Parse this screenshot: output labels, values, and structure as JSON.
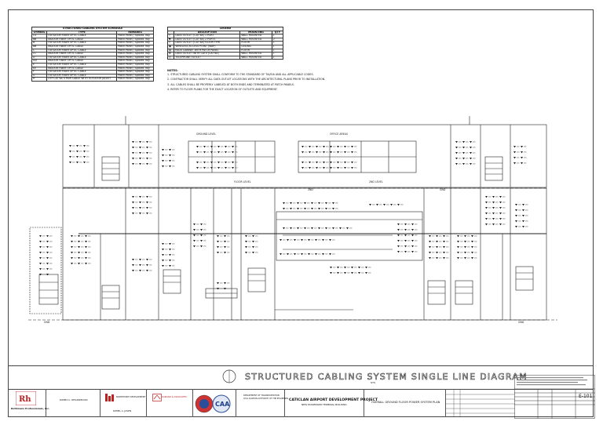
{
  "drawing": {
    "title": "STRUCTURED CABLING SYSTEM SINGLE LINE DIAGRAM",
    "scale": "NTS"
  },
  "legend_left": {
    "title": "STRUCTURED CABLING SYSTEM SCHEDULE",
    "headers": [
      "SYMBOL",
      "TYPE",
      "REMARKS"
    ],
    "rows": [
      [
        "CS",
        "OUTDOOR FIBER OPTIC CABLE",
        "Patch Panel / Spliced Tray"
      ],
      [
        "BB",
        "INDOOR FIBER OPTIC CABLE",
        "Patch Panel / Spliced Tray"
      ],
      [
        "B",
        "OUTDOOR FIBER OPTIC CABLE",
        "Patch Panel / Spliced Tray"
      ],
      [
        "BB",
        "INDOOR FIBER OPTIC CABLE",
        "Patch Panel / Spliced Tray"
      ],
      [
        "C",
        "OUTDOOR FIBER OPTIC CABLE",
        "Patch Panel / Spliced Tray"
      ],
      [
        "CC",
        "INDOOR FIBER OPTIC CABLE",
        "Patch Panel / Spliced Tray"
      ],
      [
        "D",
        "OUTDOOR FIBER OPTIC CABLE",
        "Patch Panel / Spliced Tray"
      ],
      [
        "DD",
        "INDOOR FIBER OPTIC CABLE",
        "Patch Panel / Spliced Tray"
      ],
      [
        "E",
        "OUTDOOR FIBER OPTIC CABLE",
        "Patch Panel / Spliced Tray"
      ],
      [
        "EE",
        "INDOOR FIBER OPTIC CABLE",
        "Patch Panel / Spliced Tray"
      ],
      [
        "F",
        "OUTDOOR FIBER OPTIC CABLE",
        "Patch Panel / Spliced Tray"
      ],
      [
        "G",
        "OUTDOOR FIBER OPTIC CABLE",
        "Patch Panel / Spliced Tray"
      ],
      [
        "H",
        "UTP CAT 6A 4 PAIR CABLE WITH OUTDOOR JACKET",
        "Patch Panel / Spliced Tray"
      ]
    ]
  },
  "legend_right": {
    "title": "LEGEND",
    "headers": [
      "",
      "DESCRIPTION",
      "MOUNTING",
      "QTY"
    ],
    "rows": [
      [
        "▽",
        "DATA OUTLET (CAT 6A) 1 PORT",
        "WALL MOUNTED",
        "1"
      ],
      [
        "▼",
        "DATA OUTLET (CAT 6A) 2 PORTS",
        "WALL MOUNTED",
        "2"
      ],
      [
        "◇",
        "DATA OUTLET (CAT 6A) FLOOR TYPE",
        "FLOOR",
        "1"
      ],
      [
        "▣",
        "WIRELESS ACCESS POINT (WAP)",
        "CEILING",
        "1"
      ],
      [
        "▤",
        "RACK CABINET WITH PATCH PANEL",
        "FLOOR",
        "1"
      ],
      [
        "⊞",
        "DATA OUTLET WITH CATV (CAT 6A)",
        "WALL MOUNTED",
        "1"
      ],
      [
        "◎",
        "TELEPHONE OUTLET",
        "WALL MOUNTED",
        "1"
      ]
    ]
  },
  "notes": {
    "title": "NOTES:",
    "items": [
      "1. STRUCTURED CABLING SYSTEM SHALL CONFORM TO THE STANDARD OF TIA/EIA AND ALL APPLICABLE CODES.",
      "2. CONTRACTOR SHALL VERIFY ALL DATA OUTLET LOCATIONS WITH THE ARCHITECTURAL PLANS PRIOR TO INSTALLATION.",
      "3. ALL CABLES SHALL BE PROPERLY LABELED AT BOTH ENDS AND TERMINATED AT PATCH PANELS.",
      "4. REFER TO FLOOR PLANS FOR THE EXACT LOCATION OF OUTLETS AND EQUIPMENT."
    ]
  },
  "diagram_labels": {
    "zone_left": "FLOOR LEVEL",
    "zone_right": "2ND LEVEL",
    "grid_left": "2ND",
    "grid_right": "GND",
    "top_center_a": "GROUND LEVEL",
    "top_center_b": "OFFICE AREAS",
    "bottom_left": "GND",
    "bottom_right": "GND"
  },
  "titleblock": {
    "company": "Rothmans Professionals, Inc.",
    "consultant_1": "ROMEO C. RESURRECION",
    "consultant_2": "ROMEL A. JOVEN",
    "consultant_3": "NORTHPOINT DEVELOPMENT",
    "consultant_4": "SORIANO & ASSOCIATES",
    "agency": "DEPARTMENT OF TRANSPORTATION",
    "agency_sub": "CIVIL AVIATION AUTHORITY OF THE PHILIPPINES",
    "caa": "CAA",
    "project": "CATICLAN AIRPORT DEVELOPMENT PROJECT",
    "project_sub": "NEW PASSENGER TERMINAL BUILDING",
    "sheet_title": "OVERALL GROUND FLOOR POWER SYSTEM PLAN",
    "sheet_no": "E-101"
  }
}
